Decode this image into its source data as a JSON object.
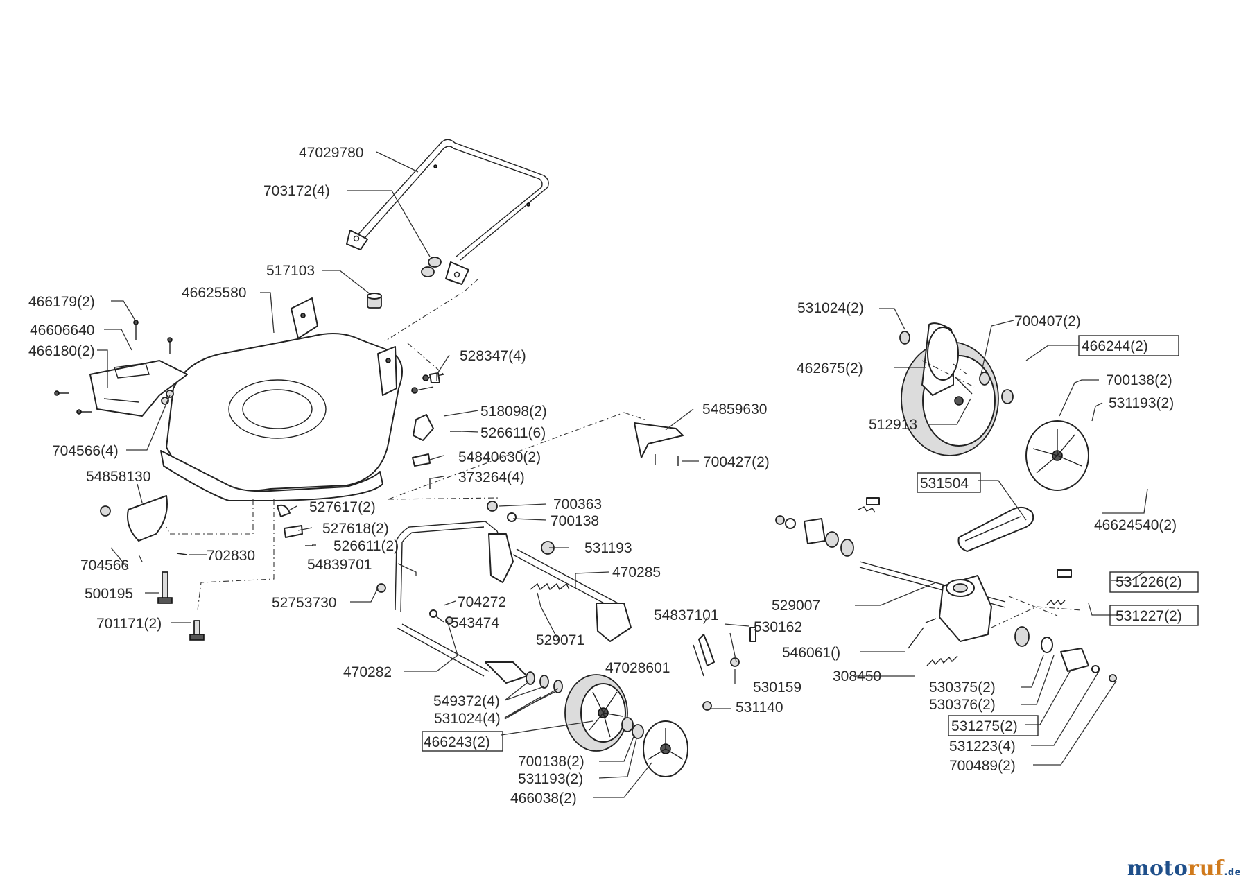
{
  "brand": {
    "name_part1": "moto",
    "name_part2": "ruf",
    "suffix": ".de",
    "color_blue": "#1f4f8a",
    "color_orange": "#d07a1c"
  },
  "labels": [
    {
      "text": "47029780",
      "boxed": false
    },
    {
      "text": "703172(4)",
      "boxed": false
    },
    {
      "text": "517103",
      "boxed": false
    },
    {
      "text": "466179(2)",
      "boxed": false
    },
    {
      "text": "46625580",
      "boxed": false
    },
    {
      "text": "46606640",
      "boxed": false
    },
    {
      "text": "466180(2)",
      "boxed": false
    },
    {
      "text": "528347(4)",
      "boxed": false
    },
    {
      "text": "518098(2)",
      "boxed": false
    },
    {
      "text": "526611(6)",
      "boxed": false
    },
    {
      "text": "704566(4)",
      "boxed": false
    },
    {
      "text": "54840630(2)",
      "boxed": false
    },
    {
      "text": "373264(4)",
      "boxed": false
    },
    {
      "text": "54858130",
      "boxed": false
    },
    {
      "text": "527617(2)",
      "boxed": false
    },
    {
      "text": "527618(2)",
      "boxed": false
    },
    {
      "text": "526611(2)",
      "boxed": false
    },
    {
      "text": "704566",
      "boxed": false
    },
    {
      "text": "702830",
      "boxed": false
    },
    {
      "text": "54839701",
      "boxed": false
    },
    {
      "text": "500195",
      "boxed": false
    },
    {
      "text": "52753730",
      "boxed": false
    },
    {
      "text": "701171(2)",
      "boxed": false
    },
    {
      "text": "54859630",
      "boxed": false
    },
    {
      "text": "700427(2)",
      "boxed": false
    },
    {
      "text": "700363",
      "boxed": false
    },
    {
      "text": "700138",
      "boxed": false
    },
    {
      "text": "531193",
      "boxed": false
    },
    {
      "text": "470285",
      "boxed": false
    },
    {
      "text": "704272",
      "boxed": false
    },
    {
      "text": "543474",
      "boxed": false
    },
    {
      "text": "529071",
      "boxed": false
    },
    {
      "text": "470282",
      "boxed": false
    },
    {
      "text": "549372(4)",
      "boxed": false
    },
    {
      "text": "531024(4)",
      "boxed": false
    },
    {
      "text": "466243(2)",
      "boxed": true
    },
    {
      "text": "700138(2)",
      "boxed": false
    },
    {
      "text": "531193(2)",
      "boxed": false
    },
    {
      "text": "466038(2)",
      "boxed": false
    },
    {
      "text": "54837101",
      "boxed": false
    },
    {
      "text": "530162",
      "boxed": false
    },
    {
      "text": "47028601",
      "boxed": false
    },
    {
      "text": "530159",
      "boxed": false
    },
    {
      "text": "531140",
      "boxed": false
    },
    {
      "text": "531024(2)",
      "boxed": false
    },
    {
      "text": "700407(2)",
      "boxed": false
    },
    {
      "text": "466244(2)",
      "boxed": true
    },
    {
      "text": "462675(2)",
      "boxed": false
    },
    {
      "text": "700138(2)",
      "boxed": false
    },
    {
      "text": "531193(2)",
      "boxed": false
    },
    {
      "text": "512913",
      "boxed": false
    },
    {
      "text": "531504",
      "boxed": true
    },
    {
      "text": "46624540(2)",
      "boxed": false
    },
    {
      "text": "529007",
      "boxed": false
    },
    {
      "text": "531226(2)",
      "boxed": true
    },
    {
      "text": "531227(2)",
      "boxed": true
    },
    {
      "text": "546061()",
      "boxed": false
    },
    {
      "text": "308450",
      "boxed": false
    },
    {
      "text": "530375(2)",
      "boxed": false
    },
    {
      "text": "530376(2)",
      "boxed": false
    },
    {
      "text": "531275(2)",
      "boxed": true
    },
    {
      "text": "531223(4)",
      "boxed": false
    },
    {
      "text": "700489(2)",
      "boxed": false
    }
  ]
}
